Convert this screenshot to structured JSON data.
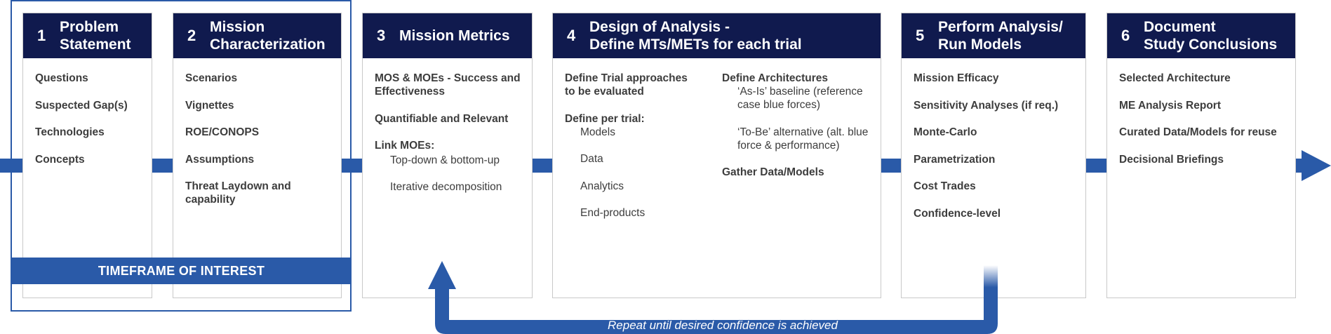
{
  "colors": {
    "header_navy": "#101a4e",
    "flow_blue": "#2a5aa8",
    "border_gray": "#c9c9c9",
    "text": "#3d3d3d"
  },
  "steps": [
    {
      "num": "1",
      "title": "Problem\nStatement",
      "items": [
        "Questions",
        "Suspected Gap(s)",
        "Technologies",
        "Concepts"
      ]
    },
    {
      "num": "2",
      "title": "Mission\nCharacterization",
      "items": [
        "Scenarios",
        "Vignettes",
        "ROE/CONOPS",
        "Assumptions",
        "Threat Laydown and\ncapability"
      ]
    },
    {
      "num": "3",
      "title": "Mission Metrics",
      "items": [
        "MOS & MOEs - Success and\nEffectiveness",
        "Quantifiable and Relevant",
        "Link MOEs:"
      ],
      "link_subitems": [
        "Top-down & bottom-up",
        "Iterative decomposition"
      ]
    },
    {
      "num": "4",
      "title": "Design of Analysis -\nDefine MTs/METs for each trial",
      "left_col": {
        "heading1": "Define Trial approaches\nto be evaluated",
        "heading2": "Define per trial:",
        "subitems": [
          "Models",
          "Data",
          "Analytics",
          "End-products"
        ]
      },
      "right_col": {
        "heading": "Define Architectures",
        "subitems": [
          "‘As-Is’ baseline (reference\ncase blue forces)",
          "‘To-Be’ alternative (alt. blue\nforce & performance)"
        ],
        "footer": "Gather Data/Models"
      }
    },
    {
      "num": "5",
      "title": "Perform Analysis/\nRun Models",
      "items": [
        "Mission Efficacy",
        "Sensitivity Analyses (if req.)",
        "Monte-Carlo",
        "Parametrization",
        "Cost Trades",
        "Confidence-level"
      ]
    },
    {
      "num": "6",
      "title": "Document\nStudy Conclusions",
      "items": [
        "Selected Architecture",
        "ME Analysis Report",
        "Curated Data/Models for reuse",
        "Decisional Briefings"
      ]
    }
  ],
  "timeframe_label": "TIMEFRAME OF INTEREST",
  "loop_label": "Repeat until desired confidence is achieved"
}
